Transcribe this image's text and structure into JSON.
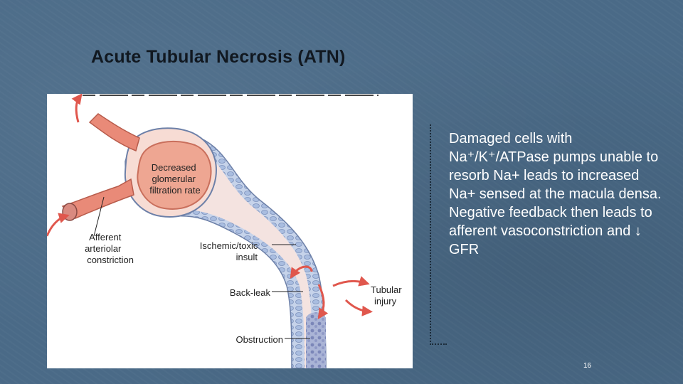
{
  "slide": {
    "title": "Acute Tubular Necrosis (ATN)",
    "explanation": "Damaged cells with Na⁺/K⁺/ATPase pumps unable to resorb Na+ leads to increased Na+ sensed at the macula densa. Negative feedback then leads to afferent vasoconstriction and ↓ GFR",
    "page_number": "16"
  },
  "figure": {
    "glomerulus_label": [
      "Decreased",
      "glomerular",
      "filtration rate"
    ],
    "afferent_label": [
      "Afferent",
      "arteriolar",
      "constriction"
    ],
    "insult_label": [
      "Ischemic/toxic",
      "insult"
    ],
    "backleak_label": "Back-leak",
    "tubular_label": [
      "Tubular",
      "injury"
    ],
    "obstruction_label": "Obstruction"
  },
  "colors": {
    "background": "#4a6a87",
    "arrow": "#e0574d",
    "artery": "#e98a78",
    "capsule": "#f6d9d2",
    "cell": "#b9c9e6"
  }
}
